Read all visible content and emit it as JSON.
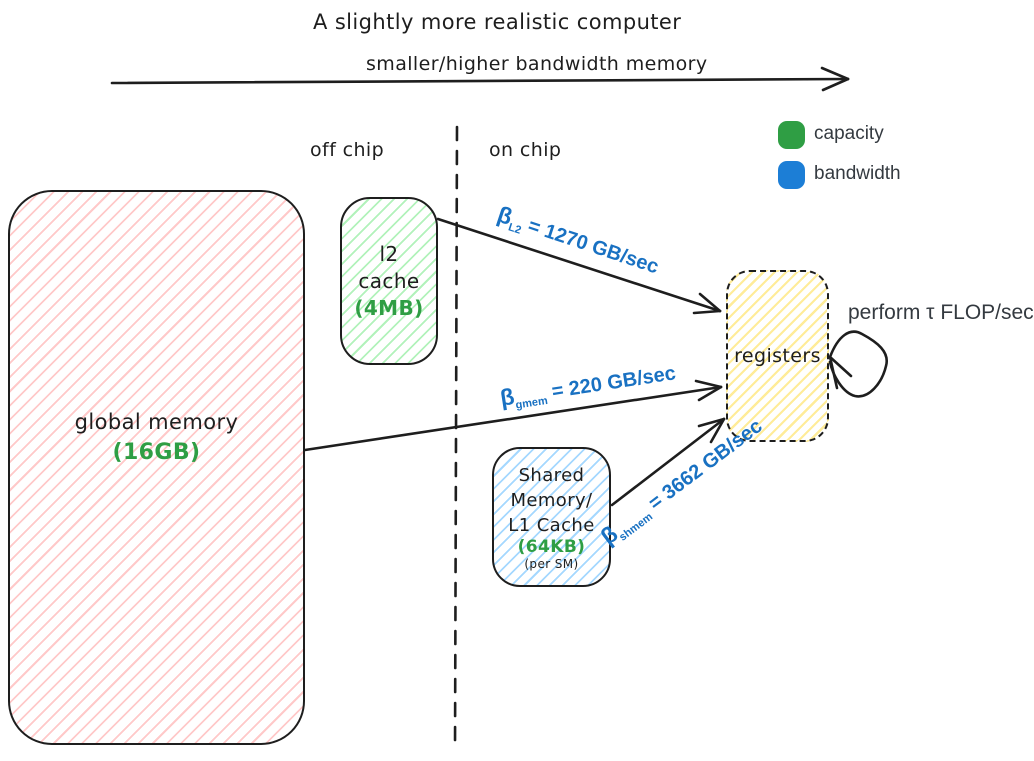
{
  "title": "A slightly more realistic computer",
  "subtitle": "smaller/higher bandwidth memory",
  "regions": {
    "off_chip_label": "off chip",
    "on_chip_label": "on chip"
  },
  "legend": {
    "capacity_label": "capacity",
    "bandwidth_label": "bandwidth"
  },
  "nodes": {
    "global_memory": {
      "name": "global memory",
      "capacity": "(16GB)"
    },
    "l2_cache": {
      "name_line1": "l2",
      "name_line2": "cache",
      "capacity": "(4MB)"
    },
    "shared_memory": {
      "name_line1": "Shared",
      "name_line2": "Memory/",
      "name_line3": "L1 Cache",
      "capacity": "(64KB)",
      "note": "(per SM)"
    },
    "registers": {
      "name": "registers"
    }
  },
  "edges": {
    "l2": {
      "symbol": "β",
      "subscript": "L2",
      "value": "= 1270 GB/sec"
    },
    "gmem": {
      "symbol": "β",
      "subscript": "gmem",
      "value": "= 220 GB/sec"
    },
    "shmem": {
      "symbol": "β",
      "subscript": "shmem",
      "value": "= 3662 GB/sec"
    }
  },
  "compute_label": "perform τ FLOP/sec",
  "colors": {
    "stroke": "#1e1e1e",
    "capacity_green": "#2f9e44",
    "bandwidth_blue": "#1971c2",
    "hatch_pink": "#ffc9c9",
    "hatch_green": "#b2f2bb",
    "hatch_blue": "#a5d8ff",
    "hatch_yellow": "#ffec99"
  }
}
